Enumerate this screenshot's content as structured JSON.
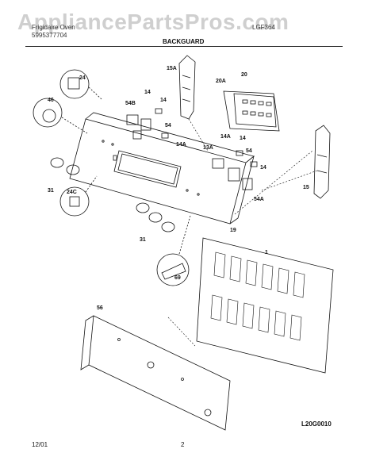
{
  "header": {
    "watermark": "AppliancePartsPros.com",
    "brand_partial": "Frigidaire Oven",
    "publication_partial": "5995377704",
    "model_partial": "LGF364",
    "section_title": "BACKGUARD"
  },
  "callouts": {
    "c14": "14",
    "c14b": "14",
    "c14c": "14",
    "c14d": "14",
    "c14a": "14A",
    "c14a2": "14A",
    "c15": "15",
    "c15a": "15A",
    "c19": "19",
    "c1": "1",
    "c20": "20",
    "c20a": "20A",
    "c24": "24",
    "c24c": "24C",
    "c31": "31",
    "c31b": "31",
    "c46": "46",
    "c54": "54",
    "c54b": "54",
    "c54a": "54A",
    "c54bb": "54B",
    "c13a": "13A",
    "c56": "56",
    "c69": "69"
  },
  "footer": {
    "date": "12/01",
    "page": "2",
    "figure_code": "L20G0010"
  }
}
